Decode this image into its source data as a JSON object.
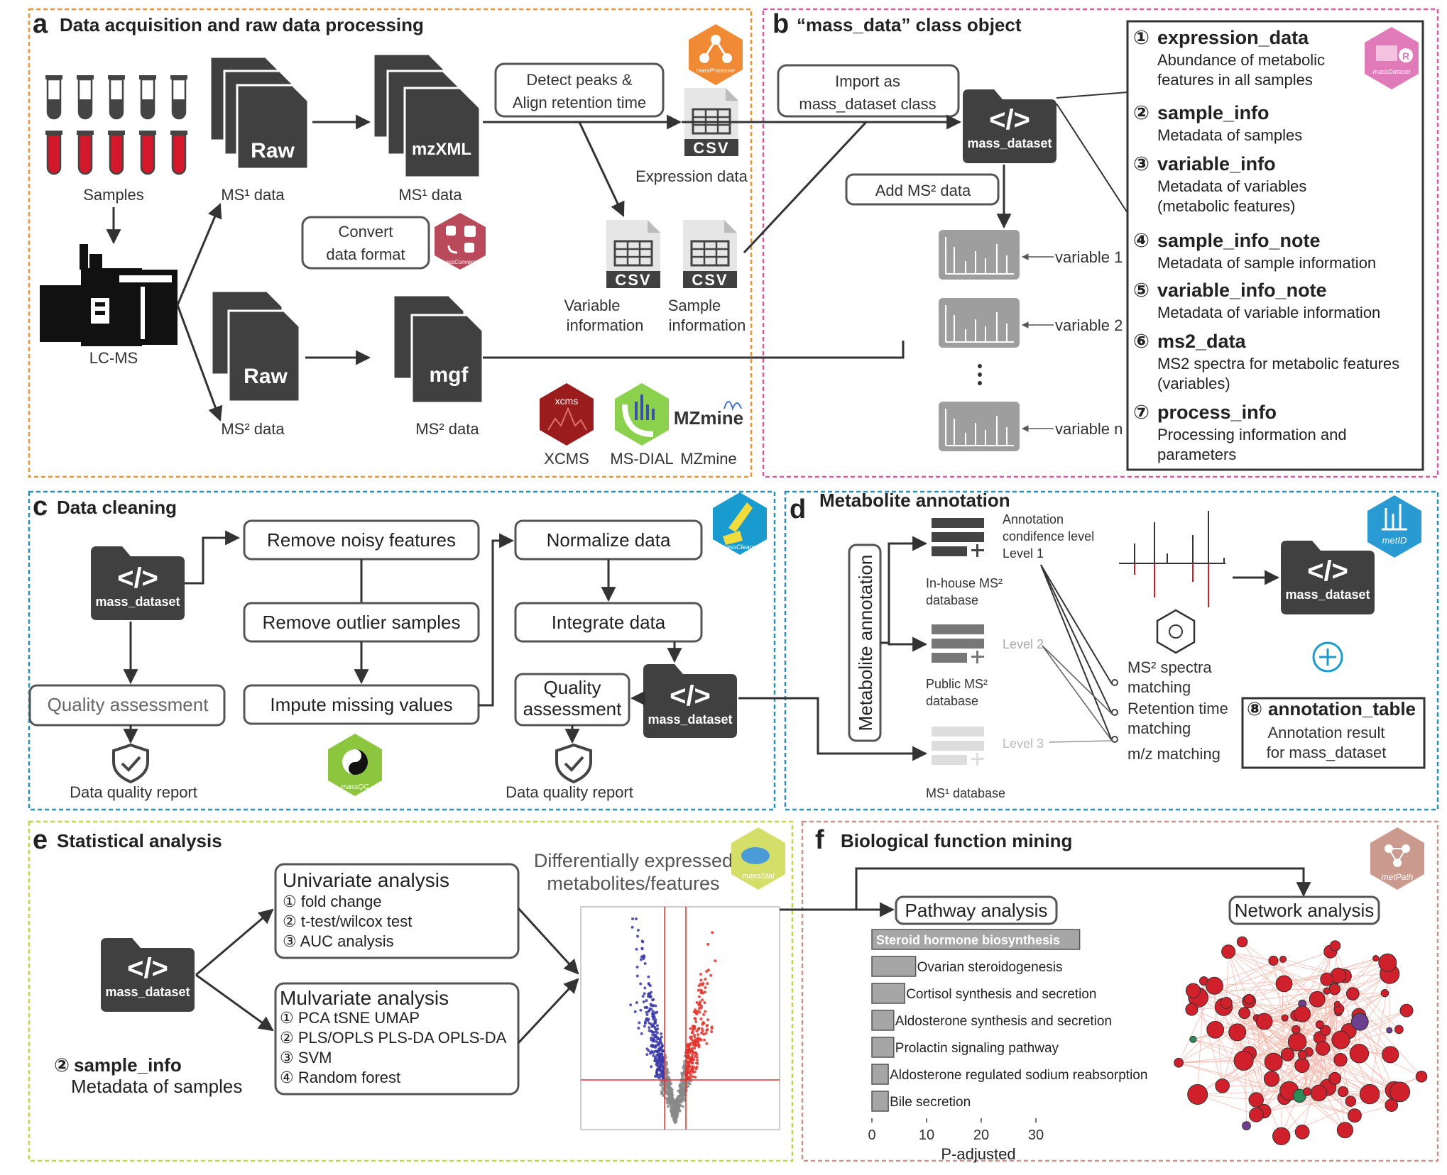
{
  "panel_a": {
    "letter": "a",
    "title": "Data acquisition and raw data processing",
    "samples_label": "Samples",
    "lcms_label": "LC-MS",
    "raw_label": "Raw",
    "ms1_raw_caption": "MS¹ data",
    "ms2_raw_caption": "MS² data",
    "mzxml_label": "mzXML",
    "mzxml_caption": "MS¹ data",
    "mgf_label": "mgf",
    "mgf_caption": "MS² data",
    "convert_line1": "Convert",
    "convert_line2": "data format",
    "detect_line1": "Detect peaks &",
    "detect_line2": "Align retention time",
    "csv_label": "CSV",
    "expression_caption": "Expression data",
    "variable_caption_1": "Variable",
    "variable_caption_2": "information",
    "sample_caption_1": "Sample",
    "sample_caption_2": "information",
    "tool_xcms": "XCMS",
    "tool_xcms_badge": "xcms",
    "tool_msdial": "MS-DIAL",
    "tool_mzmine": "MZmine",
    "tool_mzmine_logo": "MZmine",
    "logo_processer": "massProcesser",
    "logo_converter": "massConverter"
  },
  "panel_b": {
    "letter": "b",
    "title": "“mass_data” class object",
    "import_line1": "Import as",
    "import_line2": "mass_dataset class",
    "add_ms2": "Add MS² data",
    "dataset_label": "mass_dataset",
    "variable_1": "variable 1",
    "variable_2": "variable 2",
    "variable_n": "variable n",
    "logo_dataset": "massDataset",
    "items": [
      {
        "num": "①",
        "name": "expression_data",
        "desc1": "Abundance of metabolic",
        "desc2": "features in all samples"
      },
      {
        "num": "②",
        "name": "sample_info",
        "desc1": "Metadata of samples",
        "desc2": ""
      },
      {
        "num": "③",
        "name": "variable_info",
        "desc1": "Metadata of variables",
        "desc2": "(metabolic features)"
      },
      {
        "num": "④",
        "name": "sample_info_note",
        "desc1": "Metadata of sample information",
        "desc2": ""
      },
      {
        "num": "⑤",
        "name": "variable_info_note",
        "desc1": "Metadata of variable information",
        "desc2": ""
      },
      {
        "num": "⑥",
        "name": "ms2_data",
        "desc1": "MS2 spectra for metabolic features",
        "desc2": "(variables)"
      },
      {
        "num": "⑦",
        "name": "process_info",
        "desc1": "Processing information and",
        "desc2": "parameters"
      }
    ]
  },
  "panel_c": {
    "letter": "c",
    "title": "Data cleaning",
    "remove_noisy": "Remove noisy features",
    "remove_outlier": "Remove outlier samples",
    "impute": "Impute missing values",
    "normalize": "Normalize data",
    "integrate": "Integrate data",
    "quality": "Quality assessment",
    "quality2_line1": "Quality",
    "quality2_line2": "assessment",
    "report": "Data quality report",
    "dataset_label": "mass_dataset",
    "logo_cleaner": "massCleaner",
    "logo_qc": "massQC"
  },
  "panel_d": {
    "letter": "d",
    "title": "Metabolite annotation",
    "vertical_label": "Metabolite annotation",
    "conf_line1": "Annotation",
    "conf_line2": "condifence level",
    "level1": "Level 1",
    "level2": "Level 2",
    "level3": "Level 3",
    "inhouse_1": "In-house MS²",
    "inhouse_2": "database",
    "public_1": "Public MS²",
    "public_2": "database",
    "ms1_db": "MS¹ database",
    "match_ms2_1": "MS² spectra",
    "match_ms2_2": "matching",
    "match_rt_1": "Retention time",
    "match_rt_2": "matching",
    "match_mz": "m/z matching",
    "dataset_label": "mass_dataset",
    "annot_num": "⑧",
    "annot_name": "annotation_table",
    "annot_desc1": "Annotation result",
    "annot_desc2": "for mass_dataset",
    "logo_metid": "metID"
  },
  "panel_e": {
    "letter": "e",
    "title": "Statistical analysis",
    "dataset_label": "mass_dataset",
    "uni_title": "Univariate analysis",
    "uni_items": [
      "① fold change",
      "② t-test/wilcox test",
      "③ AUC analysis"
    ],
    "multi_title": "Mulvariate analysis",
    "multi_items": [
      "① PCA tSNE UMAP",
      "② PLS/OPLS PLS-DA OPLS-DA",
      "③ SVM",
      "④ Random forest"
    ],
    "diff_line1": "Differentially expressed",
    "diff_line2": "metabolites/features",
    "sample_num": "②",
    "sample_name": "sample_info",
    "sample_desc": "Metadata of samples",
    "logo_stat": "massStat"
  },
  "panel_f": {
    "letter": "f",
    "title": "Biological function mining",
    "pathway_box": "Pathway analysis",
    "network_box": "Network analysis",
    "logo_metpath": "metPath"
  },
  "chart_data": {
    "type": "bar",
    "orientation": "horizontal",
    "categories": [
      "Steroid hormone biosynthesis",
      "Ovarian steroidogenesis",
      "Cortisol synthesis and secretion",
      "Aldosterone synthesis and secretion",
      "Prolactin signaling pathway",
      "Aldosterone regulated sodium reabsorption",
      "Bile secretion"
    ],
    "values": [
      38,
      8,
      6,
      4,
      4,
      3,
      3
    ],
    "xlabel": "P-adjusted",
    "xticks": [
      0,
      10,
      20,
      30
    ],
    "xlim": [
      0,
      40
    ]
  },
  "colors": {
    "panel_a_border": "#e8953a",
    "panel_b_border": "#d65aa6",
    "panel_c_border": "#2a8fb5",
    "panel_d_border": "#2a8fb5",
    "panel_e_border": "#c3d64a",
    "panel_f_border": "#c8958a",
    "dark_icon": "#404040",
    "tube_red": "#d3182b",
    "volcano_blue": "#3b3aa8",
    "volcano_red": "#e0332a"
  }
}
